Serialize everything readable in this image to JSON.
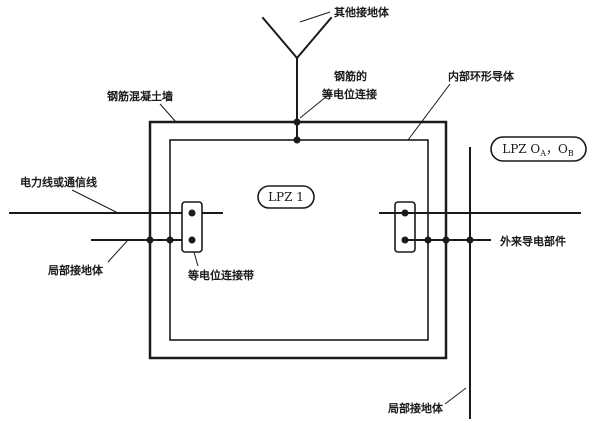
{
  "labels": {
    "other_earth": "其他接地体",
    "rebar_bonding_line1": "钢筋的",
    "rebar_bonding_line2": "等电位连接",
    "concrete_wall": "钢筋混凝土墙",
    "inner_ring": "内部环形导体",
    "power_line": "电力线或通信线",
    "local_earth_left": "局部接地体",
    "bonding_bar": "等电位连接带",
    "external_conductive": "外来导电部件",
    "local_earth_bottom": "局部接地体"
  },
  "zones": {
    "lpz1": "LPZ 1",
    "lpz0_prefix": "LPZ O",
    "lpz0_sub_a": "A",
    "lpz0_sep": "，O",
    "lpz0_sub_b": "B"
  }
}
